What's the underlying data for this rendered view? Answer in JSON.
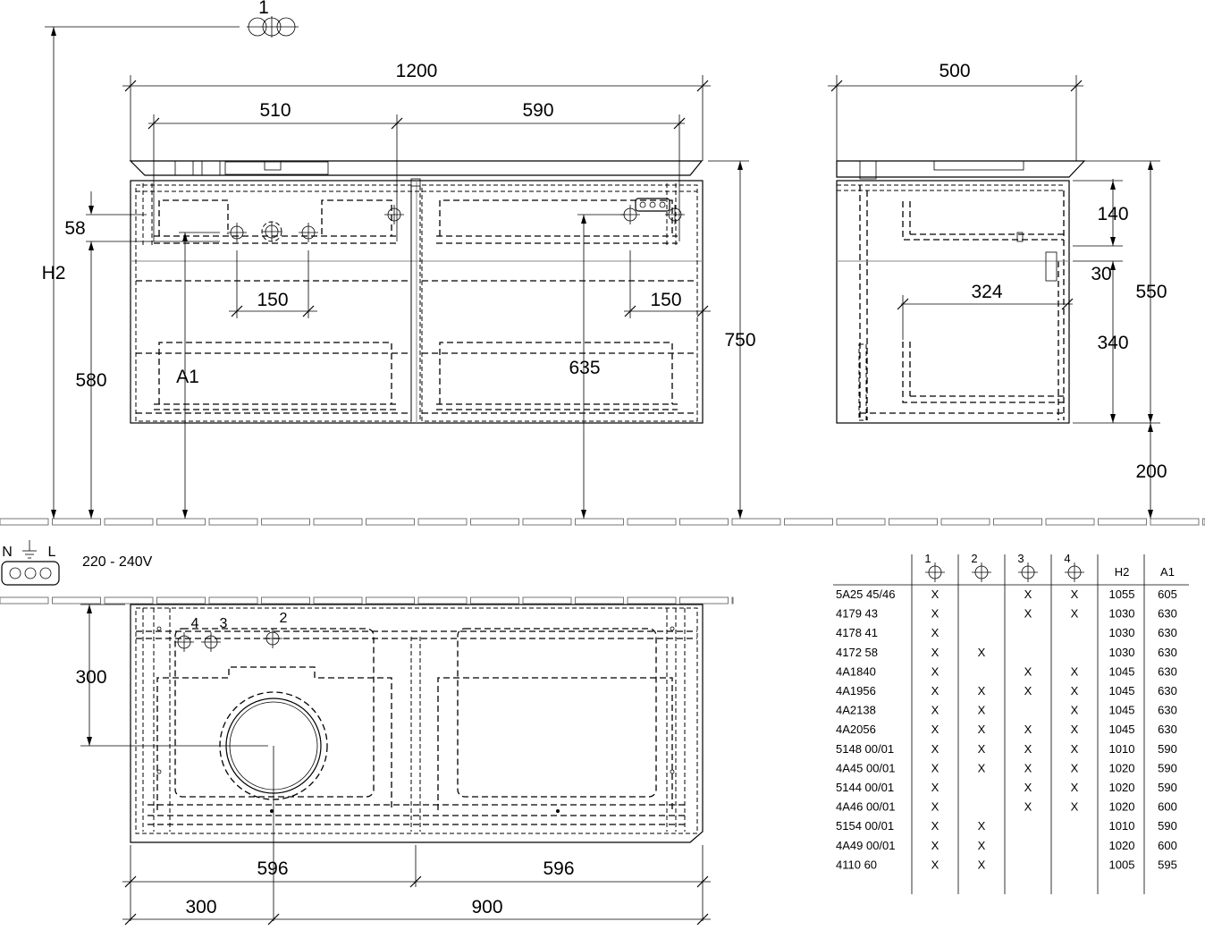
{
  "labels": {
    "dim_1200": "1200",
    "dim_510": "510",
    "dim_590": "590",
    "dim_500": "500",
    "dim_58": "58",
    "dim_h2": "H2",
    "dim_580": "580",
    "dim_a1": "A1",
    "dim_150_left": "150",
    "dim_150_right": "150",
    "dim_635": "635",
    "dim_750": "750",
    "dim_140": "140",
    "dim_30": "30",
    "dim_324": "324",
    "dim_550": "550",
    "dim_340": "340",
    "dim_200": "200",
    "dim_300_v": "300",
    "dim_596_left": "596",
    "dim_596_right": "596",
    "dim_300_h": "300",
    "dim_900": "900",
    "callout_1": "1",
    "callout_2": "2",
    "callout_3": "3",
    "callout_4": "4",
    "socket_n": "N",
    "socket_l": "L",
    "voltage": "220 - 240V"
  },
  "table": {
    "headers": [
      "1",
      "2",
      "3",
      "4",
      "H2",
      "A1"
    ],
    "rows": [
      [
        "5A25 45/46",
        "X",
        "",
        "X",
        "X",
        "1055",
        "605"
      ],
      [
        "4179 43",
        "X",
        "",
        "X",
        "X",
        "1030",
        "630"
      ],
      [
        "4178 41",
        "X",
        "",
        "",
        "",
        "1030",
        "630"
      ],
      [
        "4172 58",
        "X",
        "X",
        "",
        "",
        "1030",
        "630"
      ],
      [
        "4A1840",
        "X",
        "",
        "X",
        "X",
        "1045",
        "630"
      ],
      [
        "4A1956",
        "X",
        "X",
        "X",
        "X",
        "1045",
        "630"
      ],
      [
        "4A2138",
        "X",
        "X",
        "",
        "X",
        "1045",
        "630"
      ],
      [
        "4A2056",
        "X",
        "X",
        "X",
        "X",
        "1045",
        "630"
      ],
      [
        "5148 00/01",
        "X",
        "X",
        "X",
        "X",
        "1010",
        "590"
      ],
      [
        "4A45 00/01",
        "X",
        "X",
        "X",
        "X",
        "1020",
        "590"
      ],
      [
        "5144 00/01",
        "X",
        "",
        "X",
        "X",
        "1020",
        "590"
      ],
      [
        "4A46 00/01",
        "X",
        "",
        "X",
        "X",
        "1020",
        "600"
      ],
      [
        "5154 00/01",
        "X",
        "X",
        "",
        "",
        "1010",
        "590"
      ],
      [
        "4A49 00/01",
        "X",
        "X",
        "",
        "",
        "1020",
        "600"
      ],
      [
        "4110 60",
        "X",
        "X",
        "",
        "",
        "1005",
        "595"
      ]
    ]
  }
}
